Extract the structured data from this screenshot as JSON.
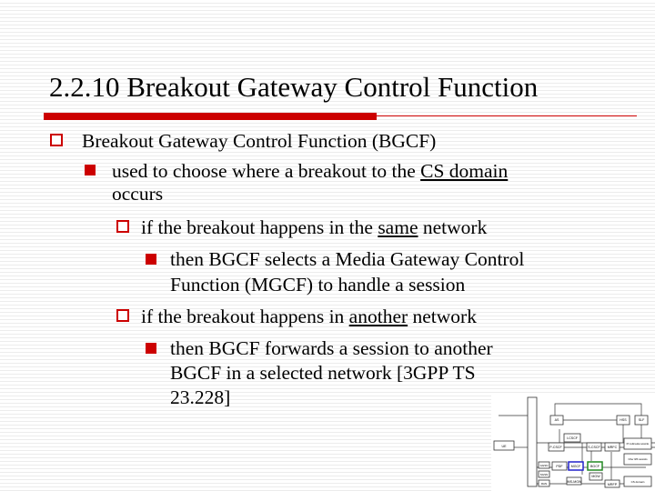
{
  "title": "2.2.10 Breakout Gateway Control Function",
  "bullets": {
    "b1": "Breakout Gateway Control Function (BGCF)",
    "b2a_pre": "used to choose where a breakout to the ",
    "b2a_u": "CS domain",
    "b2b": "occurs",
    "b3a_pre": "if the breakout happens in the ",
    "b3a_u": "same",
    "b3a_post": " network",
    "b4a1": "then BGCF selects a Media Gateway Control",
    "b4a2": "Function (MGCF) to handle a session",
    "b3b_pre": "if the breakout happens in ",
    "b3b_u": "another",
    "b3b_post": " network",
    "b4b1": "then BGCF forwards a session to another",
    "b4b2": "BGCF in a selected network [3GPP TS",
    "b4b3": "23.228]"
  },
  "colors": {
    "accent": "#cc0000",
    "mgcf_highlight": "#2222cc",
    "bgcf_highlight": "#228822"
  },
  "diagram": {
    "labels": [
      "UE",
      "AS",
      "HSS",
      "SLF",
      "I-CSCF",
      "P-CSCF",
      "S-CSCF",
      "MRFC",
      "PDF",
      "MGCF",
      "BGCF",
      "MGW",
      "IMS-MGW",
      "MRFP",
      "GGSN",
      "SGSN",
      "RAN",
      "IP multimedia networks",
      "Other IMS networks",
      "CS domain"
    ]
  }
}
